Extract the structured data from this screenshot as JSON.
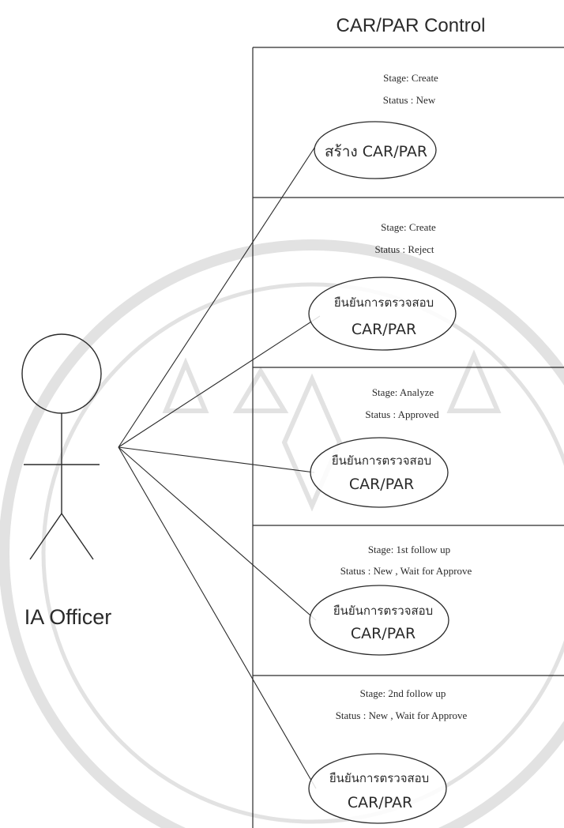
{
  "system_title": "CAR/PAR Control",
  "actor": {
    "name": "IA Officer"
  },
  "partitions": [
    {
      "stage": "Stage: Create",
      "status": "Status : New",
      "use_case": {
        "line1": "สร้าง CAR/PAR",
        "line2": ""
      }
    },
    {
      "stage": "Stage: Create",
      "status": "Status : Reject",
      "use_case": {
        "line1": "ยืนยันการตรวจสอบ",
        "line2": "CAR/PAR"
      }
    },
    {
      "stage": "Stage: Analyze",
      "status": "Status : Approved",
      "use_case": {
        "line1": "ยืนยันการตรวจสอบ",
        "line2": "CAR/PAR"
      }
    },
    {
      "stage": "Stage: 1st follow up",
      "status": "Status : New , Wait for Approve",
      "use_case": {
        "line1": "ยืนยันการตรวจสอบ",
        "line2": "CAR/PAR"
      }
    },
    {
      "stage": "Stage: 2nd follow up",
      "status": "Status : New , Wait for Approve",
      "use_case": {
        "line1": "ยืนยันการตรวจสอบ",
        "line2": "CAR/PAR"
      }
    }
  ],
  "colors": {
    "ink": "#2a2a2a",
    "watermark": "#d6d6d6"
  }
}
